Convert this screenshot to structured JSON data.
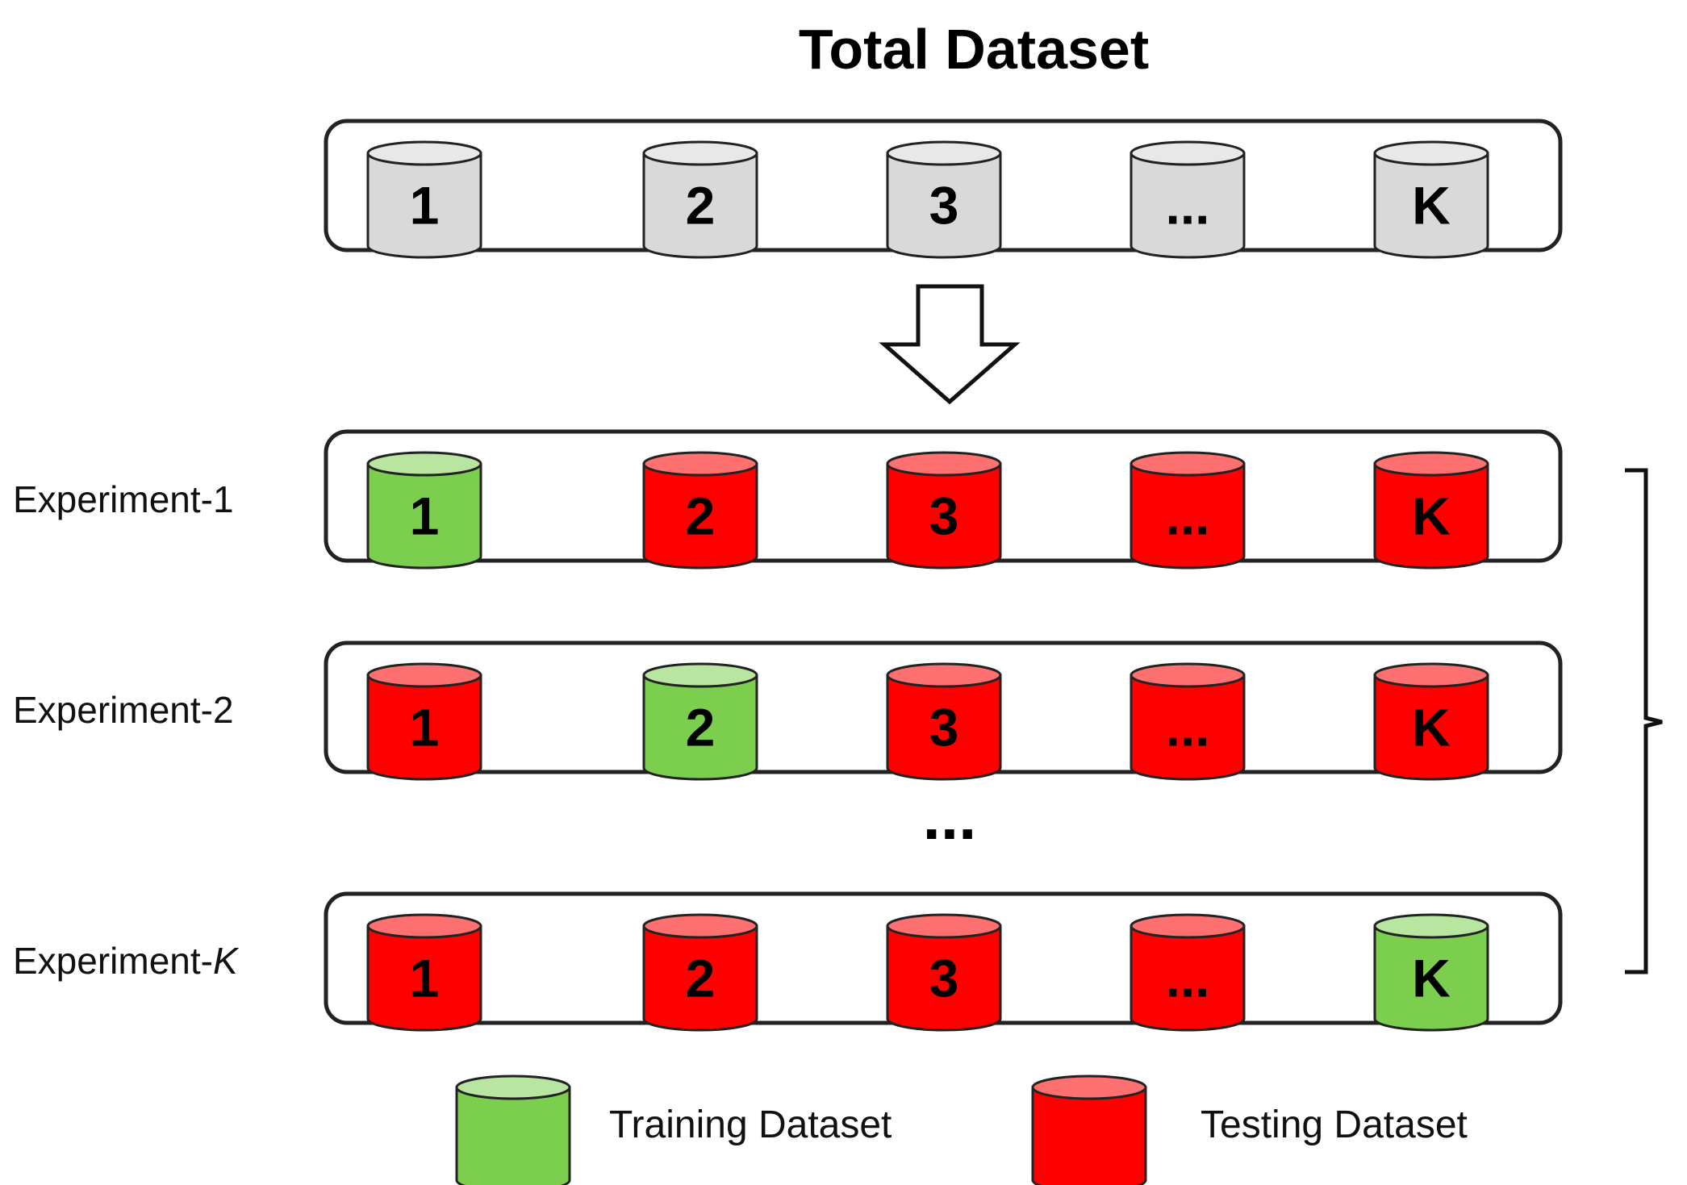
{
  "title": "Total Dataset",
  "folds": [
    "1",
    "2",
    "3",
    "...",
    "K"
  ],
  "experiments": [
    {
      "label_main": "Experiment-",
      "label_italic": "1",
      "italic": false,
      "training_index": 0
    },
    {
      "label_main": "Experiment-",
      "label_italic": "2",
      "italic": false,
      "training_index": 1
    },
    {
      "label_main": "Experiment-",
      "label_italic": "K",
      "italic": true,
      "training_index": 4
    }
  ],
  "row_gap_marker": "...",
  "legend": {
    "training": "Training Dataset",
    "testing": "Testing Dataset"
  },
  "colors": {
    "neutral_body": "#d9d9d9",
    "neutral_top": "#e8e8e8",
    "training_body": "#7ccf4e",
    "training_top": "#b8e6a0",
    "testing_body": "#ff0000",
    "testing_top": "#ff7070",
    "outline": "#222222"
  }
}
